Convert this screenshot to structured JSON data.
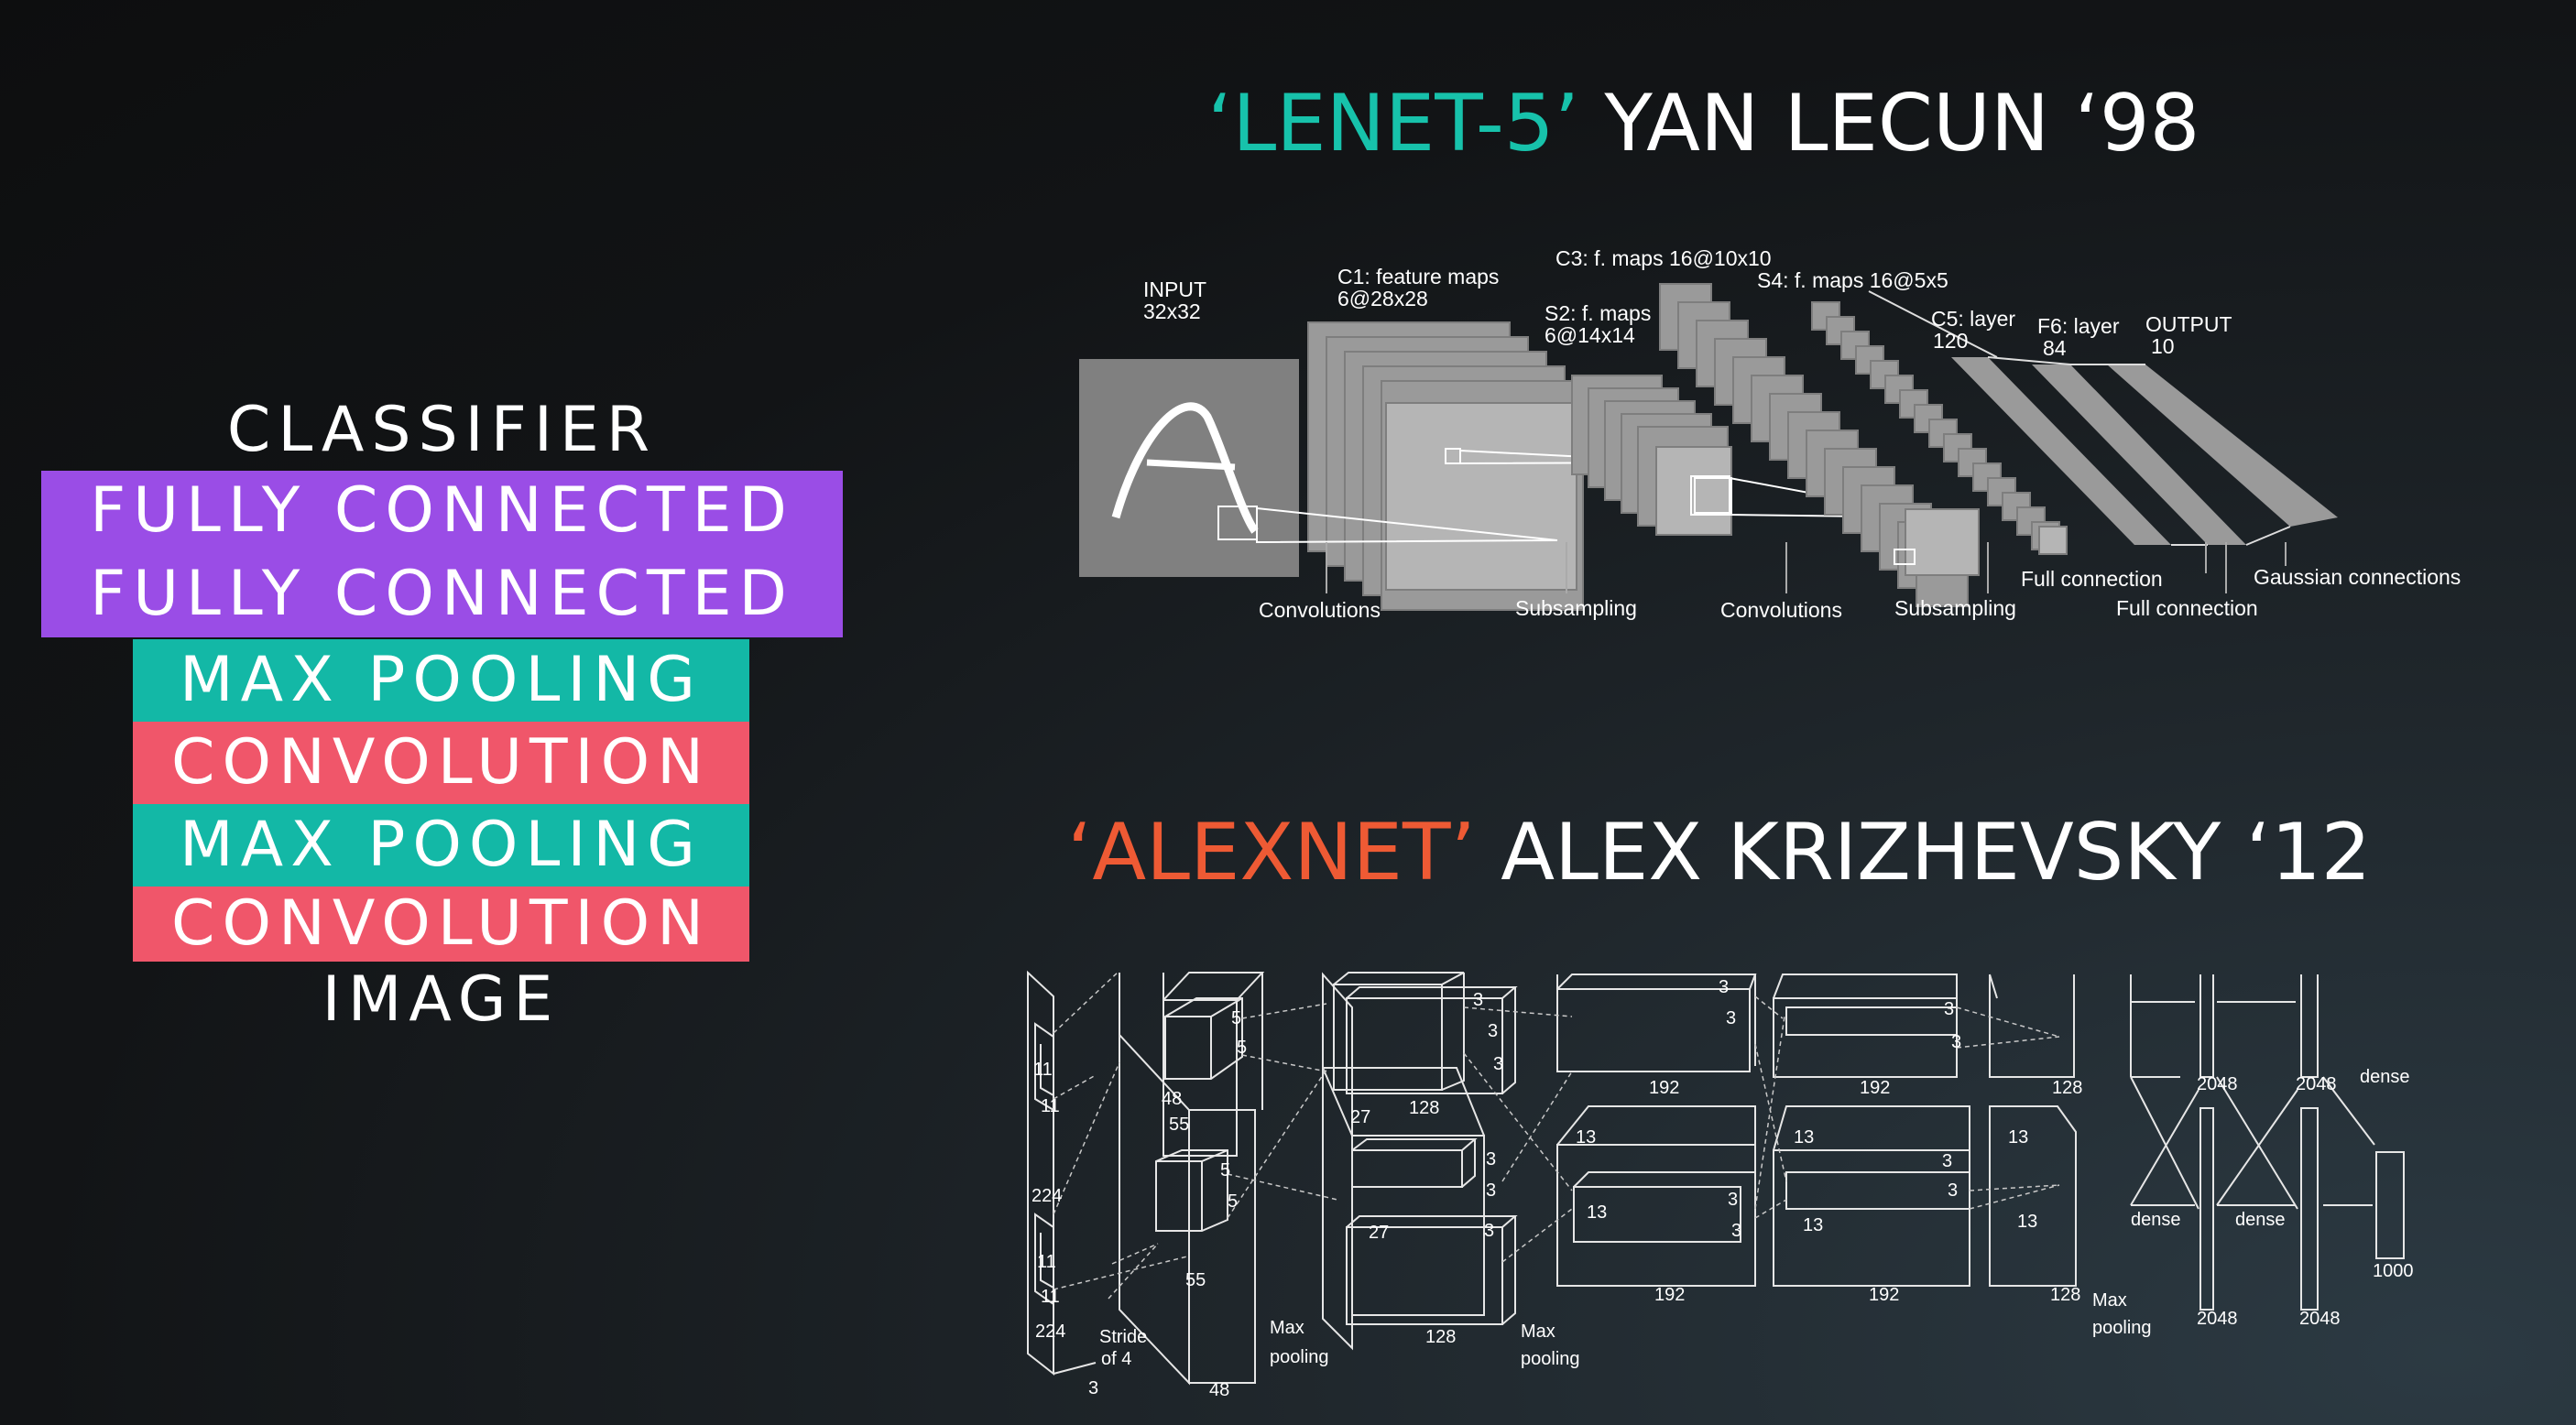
{
  "layer_stack": {
    "classifier": "CLASSIFIER",
    "layers": [
      "FULLY CONNECTED",
      "FULLY CONNECTED",
      "MAX POOLING",
      "CONVOLUTION",
      "MAX POOLING",
      "CONVOLUTION"
    ],
    "bottom": "IMAGE"
  },
  "colors": {
    "fully_connected": "#9a4de6",
    "max_pooling": "#13b8a6",
    "convolution": "#f0566a",
    "lenet_accent": "#17c2ab",
    "alexnet_accent": "#ee5a34"
  },
  "lenet": {
    "title_name": "‘LENET-5’",
    "title_author": " YAN LECUN ‘98",
    "labels": {
      "input_1": "INPUT",
      "input_2": "32x32",
      "c1_1": "C1: feature maps",
      "c1_2": "6@28x28",
      "s2_1": "S2: f. maps",
      "s2_2": "6@14x14",
      "c3": "C3: f. maps 16@10x10",
      "s4": "S4: f. maps 16@5x5",
      "c5_1": "C5: layer",
      "c5_2": "120",
      "f6_1": "F6: layer",
      "f6_2": "84",
      "out_1": "OUTPUT",
      "out_2": "10",
      "convolutions_1": "Convolutions",
      "subsampling_1": "Subsampling",
      "convolutions_2": "Convolutions",
      "subsampling_2": "Subsampling",
      "full_connection_1": "Full connection",
      "full_connection_2": "Full connection",
      "gaussian": "Gaussian connections"
    }
  },
  "alexnet": {
    "title_name": "‘ALEXNET’",
    "title_author": " ALEX KRIZHEVSKY ‘12",
    "labels": {
      "l224a": "224",
      "l224b": "224",
      "l3": "3",
      "l11a": "11",
      "l11b": "11",
      "l11c": "11",
      "l11d": "11",
      "stride1": "Stride",
      "stride2": "of 4",
      "l55a": "55",
      "l55b": "55",
      "l5a": "5",
      "l5b": "5",
      "l5c": "5",
      "l5d": "5",
      "l48a": "48",
      "l48b": "48",
      "mp1a": "Max",
      "mp1b": "pooling",
      "l27a": "27",
      "l27b": "27",
      "l3a": "3",
      "l3b": "3",
      "l3c": "3",
      "l3d": "3",
      "l3e": "3",
      "l3f": "3",
      "l128a": "128",
      "l128b": "128",
      "mp2a": "Max",
      "mp2b": "pooling",
      "l13a": "13",
      "l13b": "13",
      "l13c": "13",
      "l3g": "3",
      "l3h": "3",
      "l3i": "3",
      "l3j": "3",
      "l192a": "192",
      "l192b": "192",
      "l192c": "192",
      "l192d": "192",
      "l3k": "3",
      "l3l": "3",
      "l3m": "3",
      "l3n": "3",
      "l13d": "13",
      "l13e": "13",
      "l13f": "13",
      "l128c": "128",
      "l128d": "128",
      "mp3a": "Max",
      "mp3b": "pooling",
      "l2048a": "2048",
      "l2048b": "2048",
      "l2048c": "2048",
      "l2048d": "2048",
      "densea": "dense",
      "denseb": "dense",
      "densec": "dense",
      "l1000": "1000"
    }
  }
}
